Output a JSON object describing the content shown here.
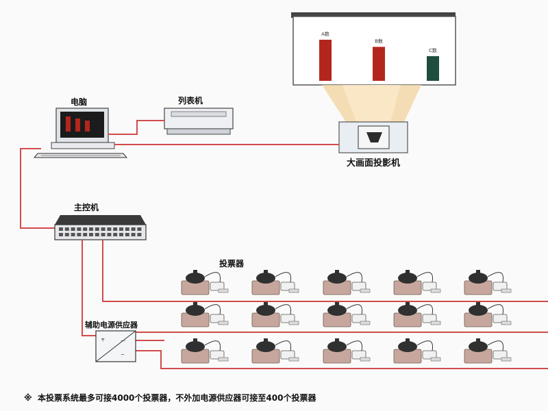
{
  "labels": {
    "computer": "电脑",
    "printer": "列表机",
    "projector": "大画面投影机",
    "controller": "主控机",
    "voter": "投票器",
    "power_supply": "辅助电源供应器"
  },
  "screen": {
    "bars": [
      {
        "label": "A数",
        "value": 0.75,
        "color": "#b3261e"
      },
      {
        "label": "B数",
        "value": 0.62,
        "color": "#b3261e"
      },
      {
        "label": "C数",
        "value": 0.45,
        "color": "#1f4d3f"
      }
    ]
  },
  "footnote": {
    "marker": "※",
    "text": "本投票系统最多可接4000个投票器，不外加电源供应器可接至400个投票器"
  },
  "colors": {
    "wire": "#d24a4a",
    "device": "#e7e9ee",
    "voter_base": "#c7a79d",
    "voter_head": "#303030"
  }
}
